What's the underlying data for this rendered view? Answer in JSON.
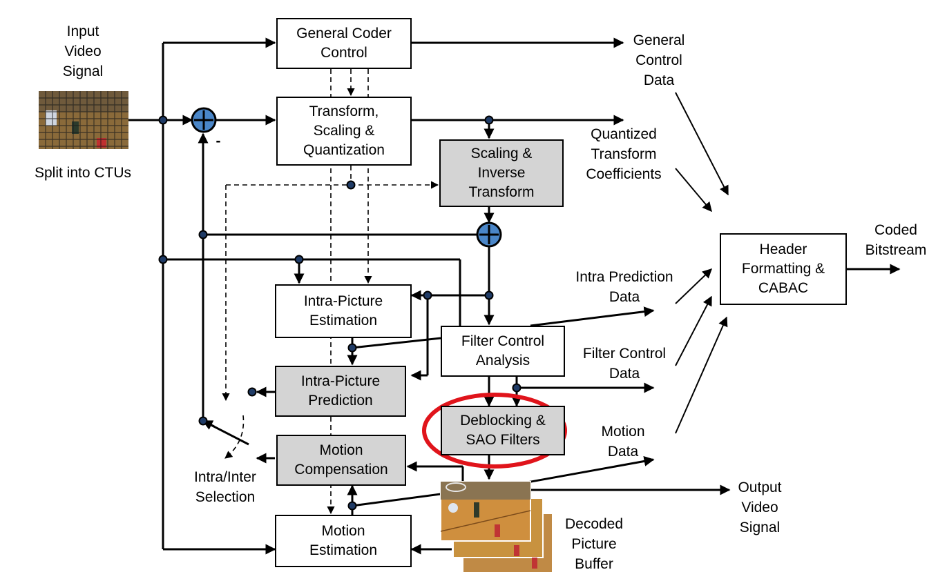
{
  "blocks": {
    "general_coder_control": "General Coder\nControl",
    "transform": "Transform,\nScaling &\nQuantization",
    "scaling_inverse": "Scaling &\nInverse\nTransform",
    "intra_estimation": "Intra-Picture\nEstimation",
    "filter_control": "Filter Control\nAnalysis",
    "intra_prediction": "Intra-Picture\nPrediction",
    "deblocking": "Deblocking &\nSAO Filters",
    "motion_compensation": "Motion\nCompensation",
    "motion_estimation": "Motion\nEstimation",
    "header_formatting": "Header\nFormatting &\nCABAC"
  },
  "labels": {
    "input_video": "Input\nVideo\nSignal",
    "split_ctus": "Split into CTUs",
    "minus_sign": "-",
    "general_control_data": "General\nControl\nData",
    "quantized_coeffs": "Quantized\nTransform\nCoefficients",
    "coded_bitstream": "Coded\nBitstream",
    "intra_prediction_data": "Intra Prediction\nData",
    "filter_control_data": "Filter Control\nData",
    "motion_data": "Motion\nData",
    "intra_inter_selection": "Intra/Inter\nSelection",
    "output_video": "Output\nVideo\nSignal",
    "decoded_picture_buffer": "Decoded\nPicture\nBuffer"
  },
  "colors": {
    "highlight_ellipse": "#e0141b",
    "summing_node": "#4a86c8",
    "junction_dot": "#1f3b66",
    "gray_block": "#d4d4d4"
  }
}
